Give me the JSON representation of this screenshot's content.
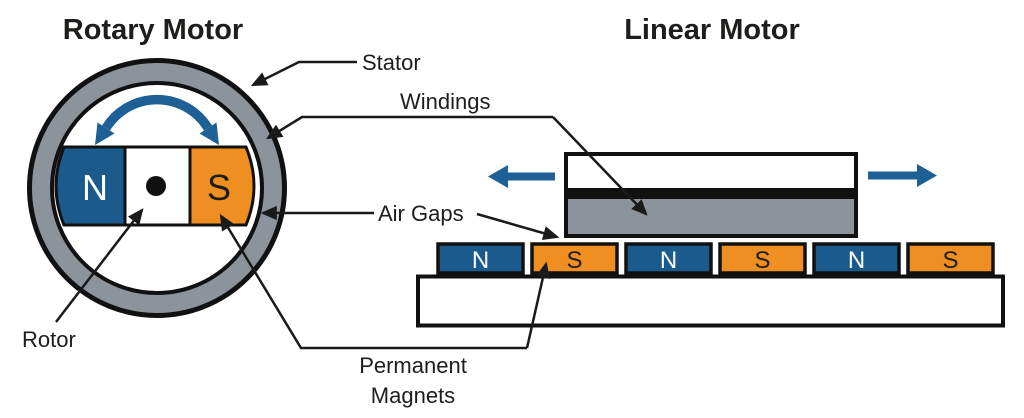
{
  "titles": {
    "rotary": "Rotary Motor",
    "linear": "Linear Motor"
  },
  "labels": {
    "stator": "Stator",
    "windings": "Windings",
    "air_gaps": "Air Gaps",
    "rotor": "Rotor",
    "permanent_magnets_line1": "Permanent",
    "permanent_magnets_line2": "Magnets"
  },
  "rotary": {
    "rotor_poles": {
      "left": "N",
      "right": "S"
    }
  },
  "linear": {
    "track_magnets": [
      "N",
      "S",
      "N",
      "S",
      "N",
      "S"
    ]
  },
  "colors": {
    "magnet_north_blue": "#1b5a8c",
    "magnet_south_orange": "#ef8e21",
    "stator_gray": "#8d939a",
    "motion_arrow_blue": "#1e6095",
    "line_black": "#1a1a1a",
    "letter_dark": "#1d1d1b",
    "letter_light": "#ffffff",
    "background": "#ffffff"
  }
}
